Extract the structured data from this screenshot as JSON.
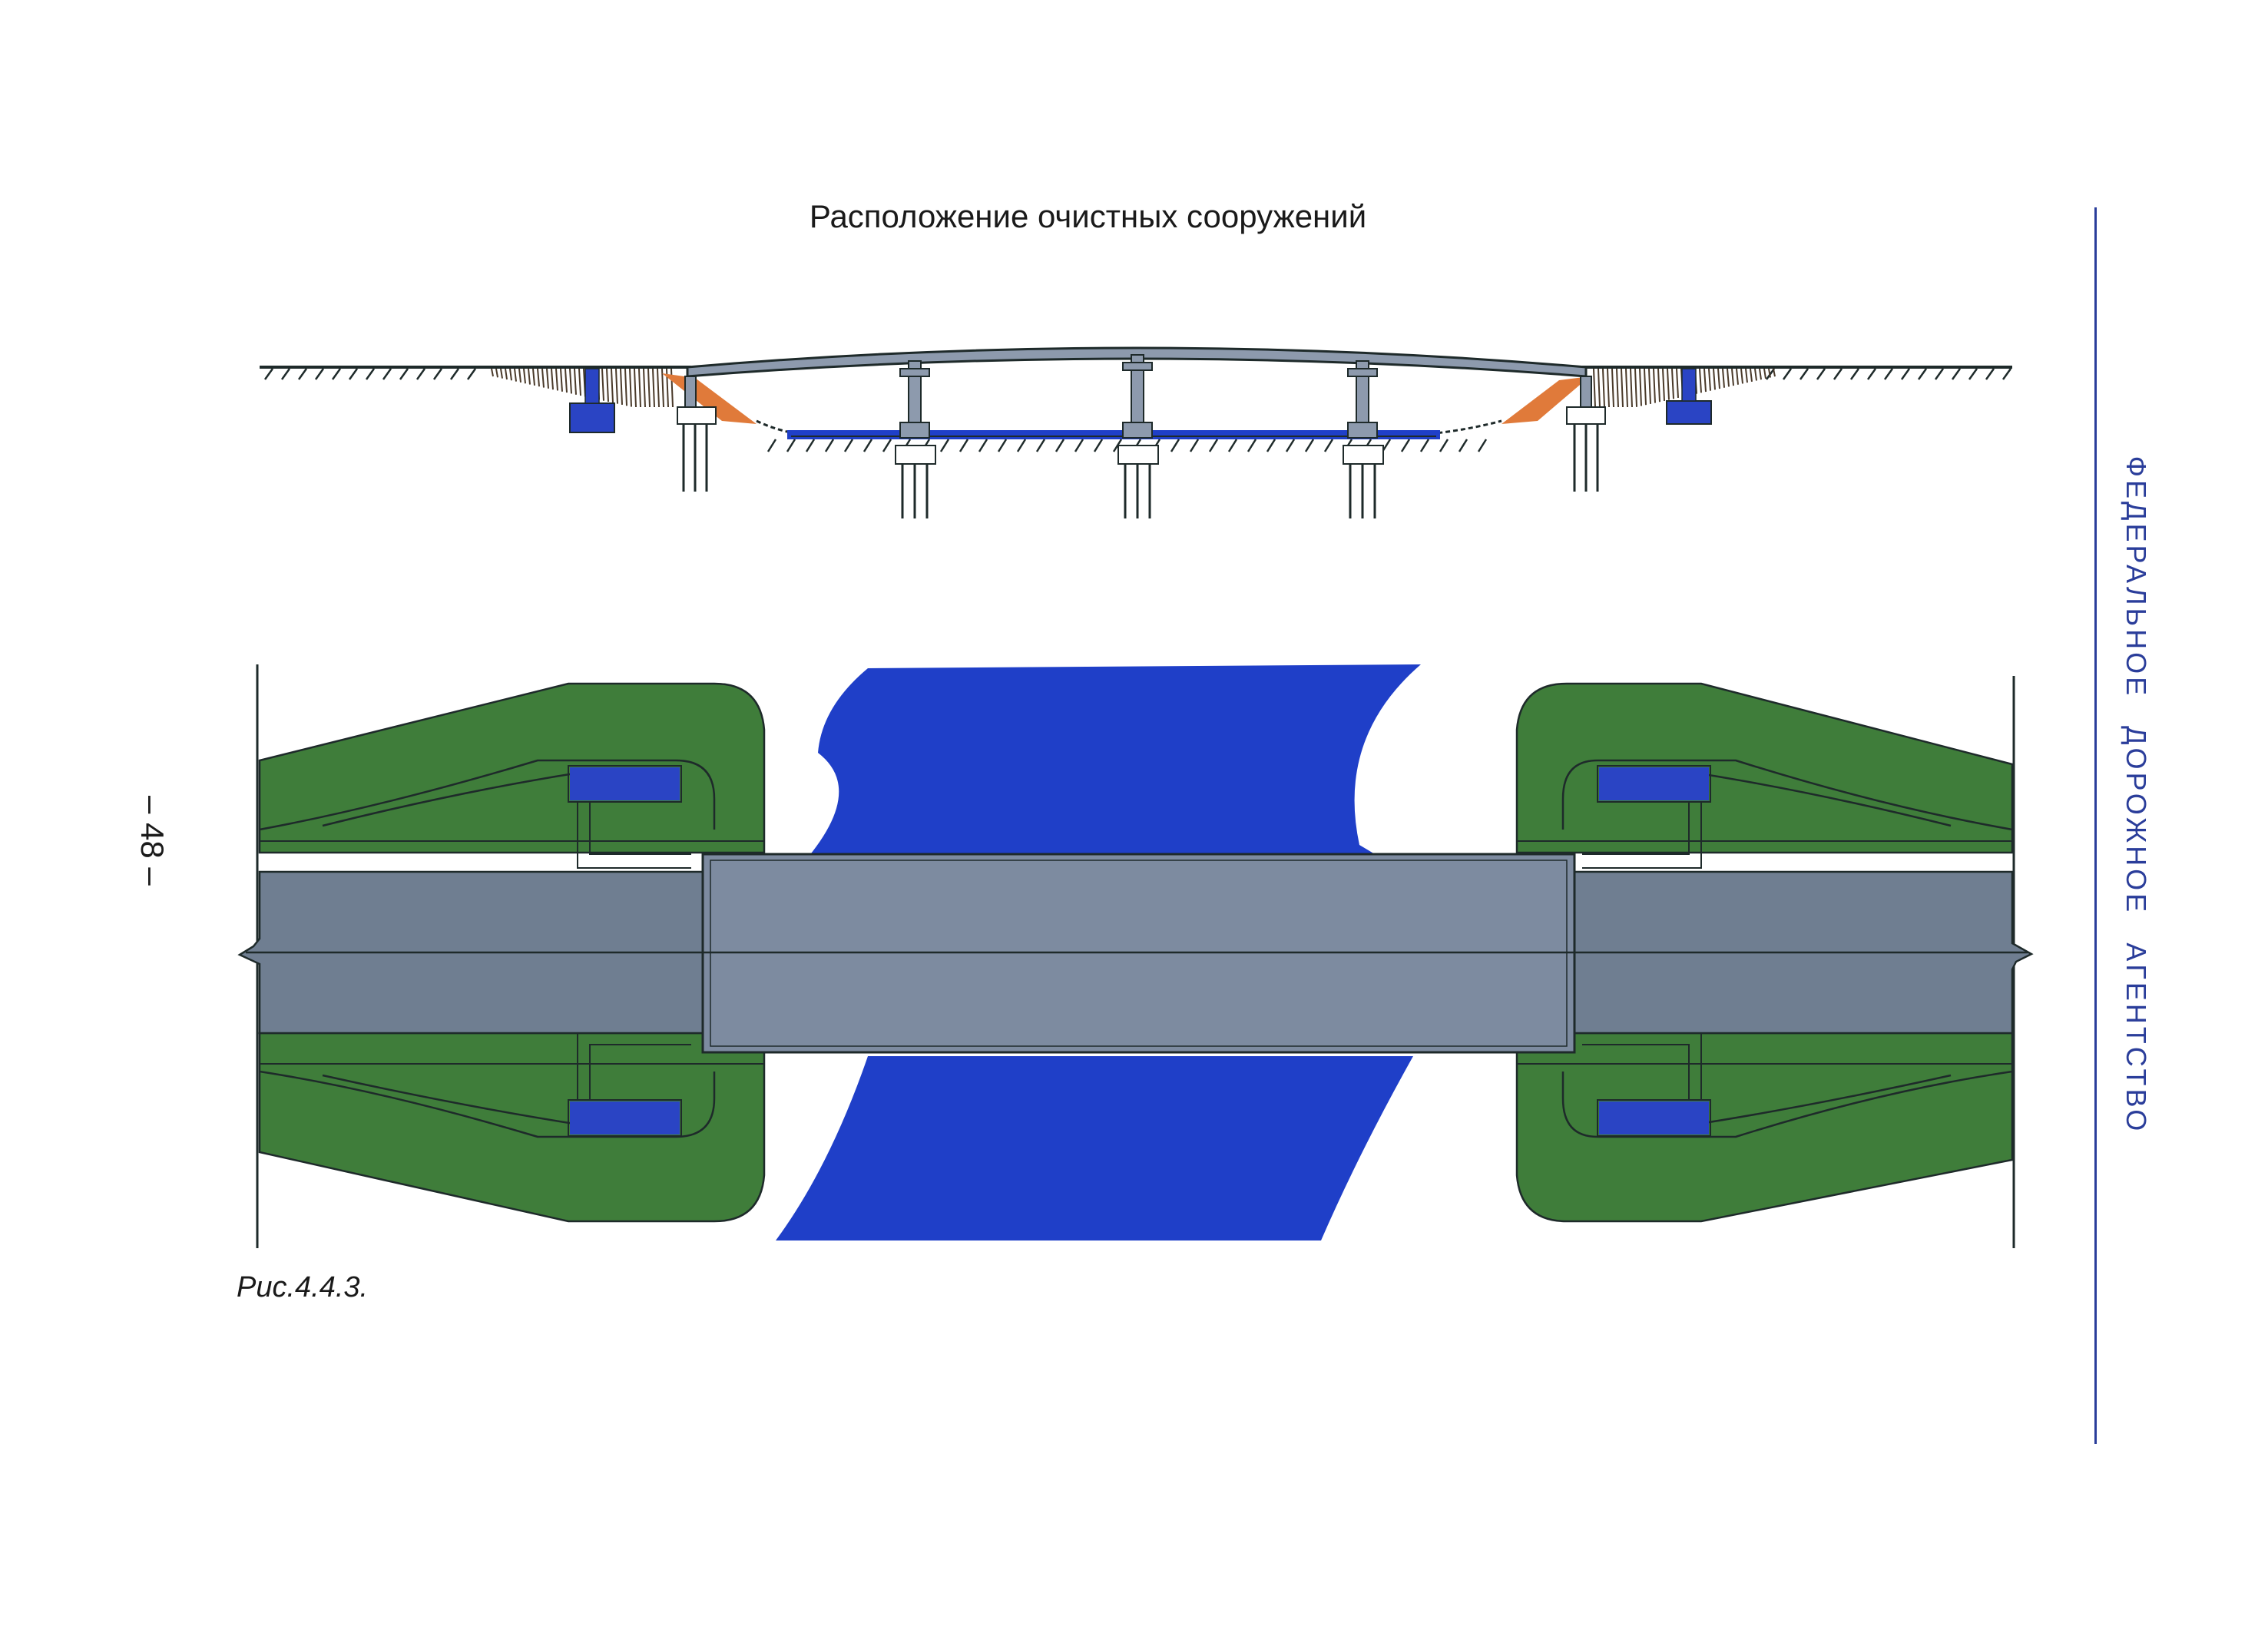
{
  "page": {
    "title": "Расположение очистных сооружений",
    "figure_caption": "Рис.4.4.3.",
    "page_number": "– 48 –",
    "side_label": "ФЕДЕРАЛЬНОЕ ДОРОЖНОЕ АГЕНТСТВО"
  },
  "colors": {
    "embankment_green": "#3f7d3a",
    "water_blue": "#1f3fc8",
    "road_gray": "#6f7e91",
    "bridge_gray": "#7d8ba0",
    "treatment_blue": "#2a44c4",
    "slope_orange": "#e07a3a",
    "line_dark": "#1e2a2a",
    "accent_navy": "#2a3d9a"
  },
  "elevation": {
    "spans": 4,
    "intermediate_piers": 3,
    "abutments": 2,
    "treatment_facilities": 2
  },
  "plan": {
    "treatment_facilities": 4,
    "embankment_zones": 2
  }
}
